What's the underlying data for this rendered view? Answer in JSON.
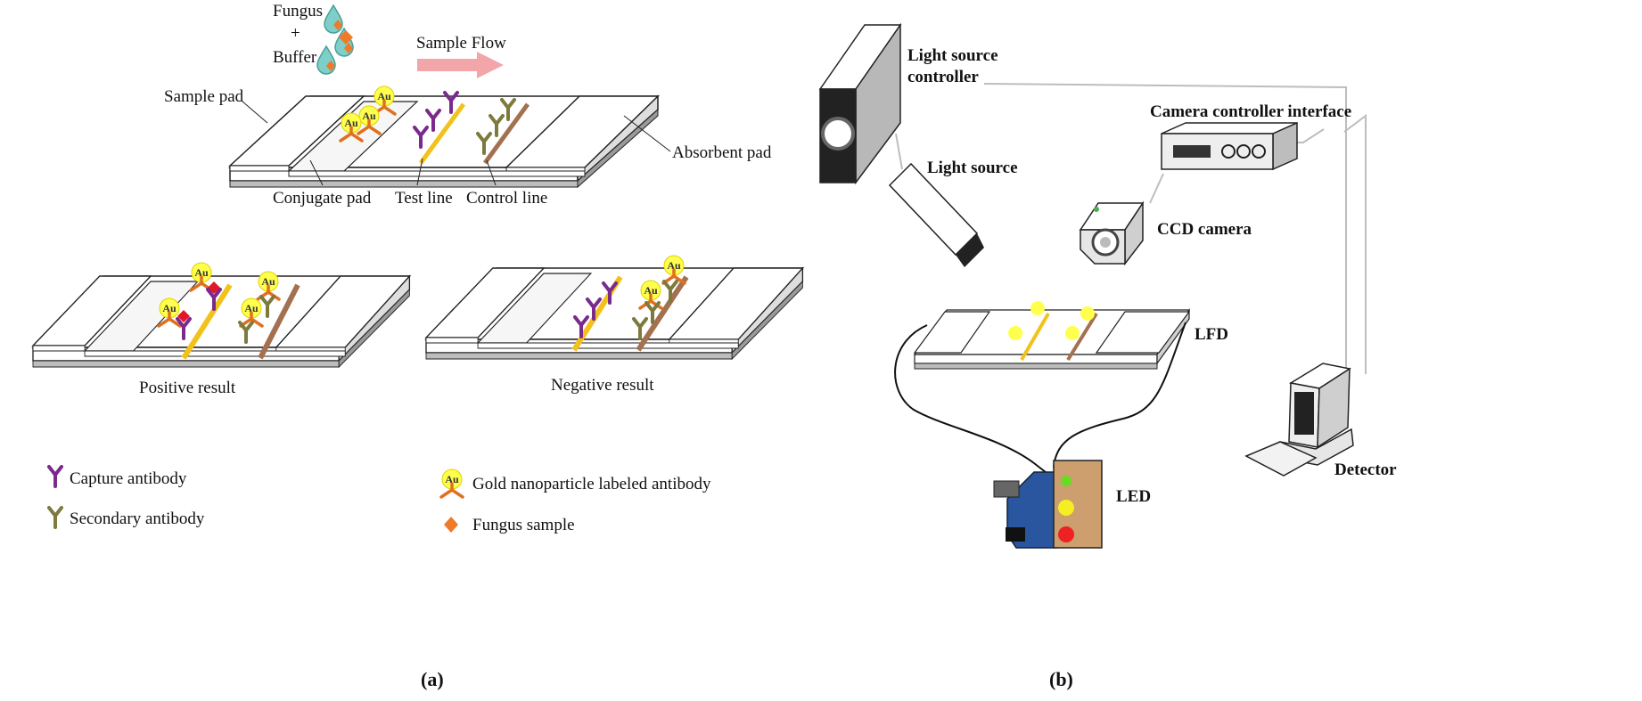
{
  "panel_a": {
    "top_legend": {
      "fungus": "Fungus",
      "plus": "+",
      "buffer": "Buffer",
      "sample_flow": "Sample Flow"
    },
    "strip_labels": {
      "sample_pad": "Sample pad",
      "conjugate_pad": "Conjugate pad",
      "test_line": "Test line",
      "control_line": "Control line",
      "absorbent_pad": "Absorbent pad"
    },
    "results": {
      "positive": "Positive result",
      "negative": "Negative result"
    },
    "legend": {
      "capture_antibody": "Capture antibody",
      "secondary_antibody": "Secondary antibody",
      "gold_labeled_antibody": "Gold nanoparticle labeled antibody",
      "fungus_sample": "Fungus sample"
    },
    "gold_symbol": "Au",
    "caption": "(a)",
    "colors": {
      "test_line": "#f2c21a",
      "control_line": "#a3714f",
      "capture_antibody": "#7a2a8c",
      "secondary_antibody": "#7d7a3e",
      "gold": "#ffff4d",
      "fungus": "#ee7a2a",
      "fungus_sample_center": "#e0182a",
      "flow_arrow": "#f3a6aa"
    }
  },
  "panel_b": {
    "light_source_controller": [
      "Light source",
      "controller"
    ],
    "light_source": "Light source",
    "camera_controller_interface": "Camera controller interface",
    "ccd_camera": "CCD camera",
    "lfd": "LFD",
    "led": "LED",
    "detector": "Detector",
    "caption": "(b)",
    "colors": {
      "board": "#2a56a0",
      "shield": "#cd9e6e",
      "led_green": "#66dd22",
      "led_yellow": "#f4ee22",
      "led_red": "#ee2222"
    }
  }
}
